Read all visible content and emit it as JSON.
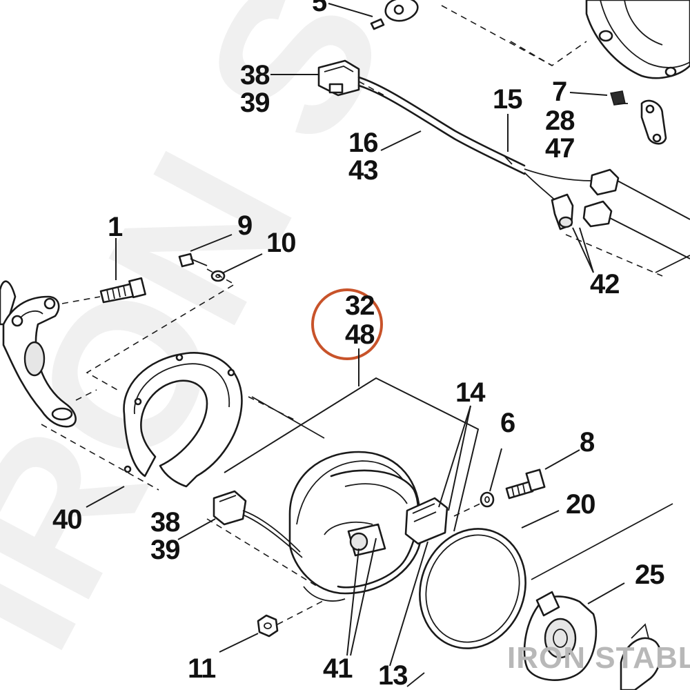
{
  "watermark_text": "IRON STABLE",
  "brand_text": "IRON STABLE",
  "highlight_color": "#c8532a",
  "labels": {
    "p5": "5",
    "p38a": "38",
    "p39a": "39",
    "p15": "15",
    "p7": "7",
    "p28": "28",
    "p47": "47",
    "p16": "16",
    "p43": "43",
    "p1": "1",
    "p9": "9",
    "p10": "10",
    "p42": "42",
    "p32": "32",
    "p48": "48",
    "p14": "14",
    "p6": "6",
    "p8": "8",
    "p20": "20",
    "p40": "40",
    "p38b": "38",
    "p39b": "39",
    "p25": "25",
    "p11": "11",
    "p41": "41",
    "p13": "13"
  }
}
